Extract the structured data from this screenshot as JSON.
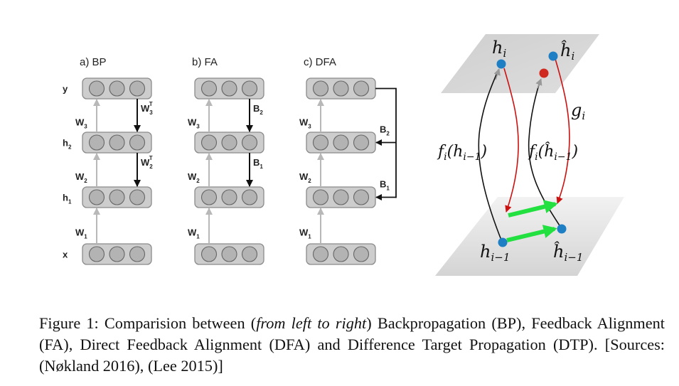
{
  "panels": [
    {
      "id": "bp",
      "title": "a) BP",
      "layer_labels": [
        "y",
        "h2",
        "h1",
        "x"
      ],
      "forward_weights": [
        "W3",
        "W2",
        "W1"
      ],
      "feedback_labels": [
        "W3^T",
        "W2^T"
      ],
      "feedback_type": "layerwise"
    },
    {
      "id": "fa",
      "title": "b) FA",
      "layer_labels": [],
      "forward_weights": [
        "W3",
        "W2",
        "W1"
      ],
      "feedback_labels": [
        "B2",
        "B1"
      ],
      "feedback_type": "layerwise"
    },
    {
      "id": "dfa",
      "title": "c) DFA",
      "layer_labels": [],
      "forward_weights": [
        "W3",
        "W2",
        "W1"
      ],
      "feedback_labels": [
        "B2",
        "B1"
      ],
      "feedback_type": "direct"
    }
  ],
  "dtp": {
    "top_labels": {
      "h_i": "h",
      "h_i_sub": "i",
      "hhat_i": "ĥ",
      "hhat_i_sub": "i"
    },
    "bottom_labels": {
      "h_prev": "h",
      "h_prev_sub": "i−1",
      "hhat_prev": "ĥ",
      "hhat_prev_sub": "i−1"
    },
    "f_label_left": {
      "f": "f",
      "sub": "i",
      "arg": "(h",
      "arg_sub": "i−1",
      "close": ")"
    },
    "f_label_right": {
      "f": "f",
      "sub": "i",
      "arg": "(ĥ",
      "arg_sub": "i−1",
      "close": ")"
    },
    "g_label": {
      "g": "g",
      "sub": "i"
    },
    "colors": {
      "node_blue": "#1f7fc4",
      "node_red": "#d02a20",
      "arrow_red": "#cc1111",
      "arrow_green": "#22e040",
      "plane": "#d6d6d6"
    }
  },
  "caption": {
    "prefix": "Figure 1: Comparision between (",
    "italic": "from left to right",
    "suffix": ") Backpropagation (BP), Feed­back Alignment (FA), Direct Feedback Alignment (DFA) and Difference Target Propagation (DTP). [Sources: (Nøkland 2016), (Lee 2015)]"
  }
}
